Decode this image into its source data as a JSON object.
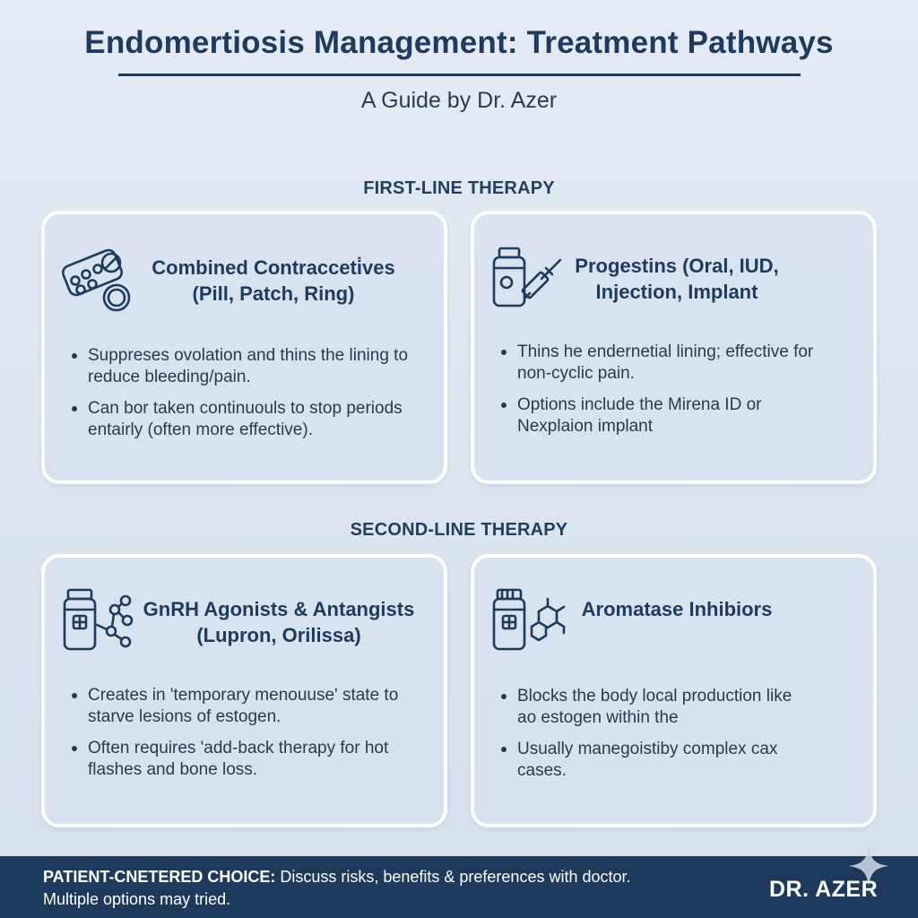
{
  "header": {
    "title": "Endomertiosis Management: Treatment Pathways",
    "subtitle": "A Guide by Dr. Azer"
  },
  "sections": [
    {
      "heading": "FIRST-LINE THERAPY",
      "cards": [
        {
          "title_line1": "Combined Contracceti̇ves",
          "title_line2": "(Pill, Patch, Ring)",
          "icon": "pill-pack-icon",
          "bullets": [
            "Suppreses ovolation and thins the lining to reduce bleeding/pain.",
            "Can bor taken continuouls to stop periods entairly (often more effective)."
          ]
        },
        {
          "title_line1": "Progestins (Oral, IUD,",
          "title_line2": "Injection, Implant",
          "icon": "bottle-syringe-icon",
          "bullets": [
            "Thins he endernetial lining; effective for non-cyclic pain.",
            "Options include the Mirena ID or Nexplaion implant"
          ]
        }
      ]
    },
    {
      "heading": "SECOND-LINE THERAPY",
      "cards": [
        {
          "title_line1": "GnRH Agonists & Antangists",
          "title_line2": "(Lupron, Orilissa)",
          "icon": "medicine-bottle-molecule-icon",
          "bullets": [
            "Creates in 'temporary menouuse' state to starve lesions of estogen.",
            "Often requires 'add-back therapy for hot flashes and bone loss."
          ]
        },
        {
          "title_line1": "Aromatase Inhibiors",
          "title_line2": "",
          "icon": "medicine-bottle-hexagon-icon",
          "bullets": [
            "Blocks the body local production like ao estogen within the",
            "Usually manegoistiby complex cax cases."
          ]
        }
      ]
    }
  ],
  "footer": {
    "label": "PATIENT-CNETERED CHOICE:",
    "line1_rest": " Discuss risks, benefits & preferences with doctor.",
    "line2": "Multiple options may tried.",
    "brand": "DR. AZER"
  },
  "colors": {
    "navy": "#1f3a5c",
    "footer_bg": "#1d3a5d",
    "card_border": "#ffffff",
    "background": "#dbe4ef"
  }
}
